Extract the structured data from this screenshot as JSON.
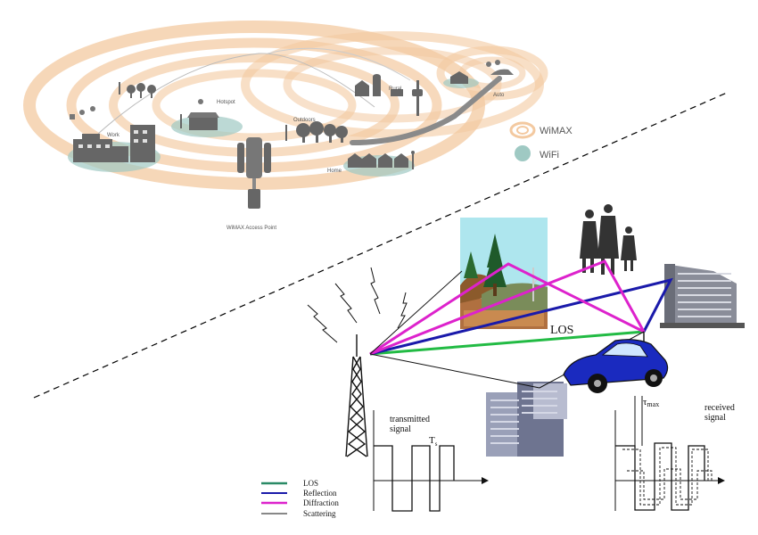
{
  "wimax_scene": {
    "locations": {
      "work": "Work",
      "hotspot": "Hotspot",
      "outdoors": "Outdoors",
      "rural": "Rural",
      "auto": "Auto",
      "home": "Home"
    },
    "access_point": "WiMAX Access Point",
    "legend": {
      "wimax": "WiMAX",
      "wifi": "WiFi"
    }
  },
  "multipath": {
    "los_label": "LOS",
    "transmitted_signal": [
      "transmitted",
      "signal"
    ],
    "received_signal": [
      "received",
      "signal"
    ],
    "ts_label": "T",
    "ts_sub": "s",
    "tau_label": "τ",
    "tau_sub": "max",
    "legend": [
      "LOS",
      "Reflection",
      "Diffraction",
      "Scattering"
    ]
  },
  "colors": {
    "ring": "#f3c9a0",
    "wifi": "#9fc9c3",
    "los": "#22bb44",
    "reflection": "#1a1aaa",
    "diffraction": "#dd22cc",
    "scattering": "#111111",
    "legend_los": "#2a8a66"
  }
}
